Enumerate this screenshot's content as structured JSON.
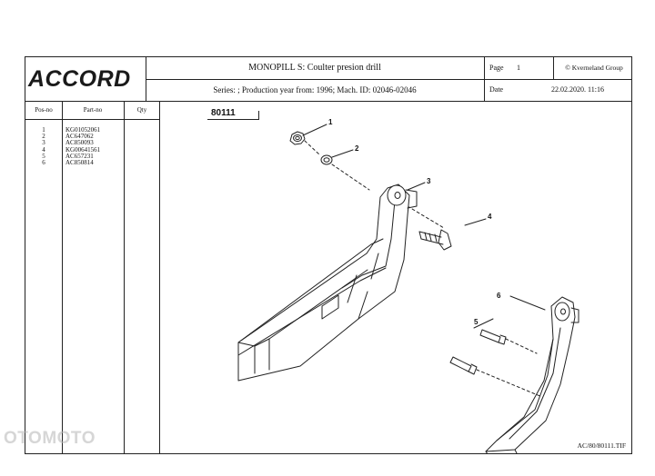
{
  "header": {
    "logo_text": "ACCORD",
    "title": "MONOPILL S: Coulter presion drill",
    "page_label": "Page",
    "page_number": "1",
    "copyright": "© Kverneland Group",
    "series_info": "Series: ; Production year from: 1996; Mach. ID: 02046-02046",
    "date_label": "Date",
    "date_value": "22.02.2020. 11:16"
  },
  "parts_table": {
    "headers": {
      "pos": "Pos-no",
      "part": "Part-no",
      "qty": "Qty"
    },
    "rows": [
      {
        "pos": "1",
        "part": "KG01052061",
        "qty": ""
      },
      {
        "pos": "2",
        "part": "AC647062",
        "qty": ""
      },
      {
        "pos": "3",
        "part": "AC850093",
        "qty": ""
      },
      {
        "pos": "4",
        "part": "KG00641561",
        "qty": ""
      },
      {
        "pos": "5",
        "part": "AC657231",
        "qty": ""
      },
      {
        "pos": "6",
        "part": "AC850814",
        "qty": ""
      }
    ]
  },
  "diagram": {
    "reference": "80111",
    "callouts": [
      "1",
      "2",
      "3",
      "4",
      "5",
      "6"
    ],
    "file_name": "AC/80/80111.TIF"
  },
  "watermark": "OTOMOTO"
}
